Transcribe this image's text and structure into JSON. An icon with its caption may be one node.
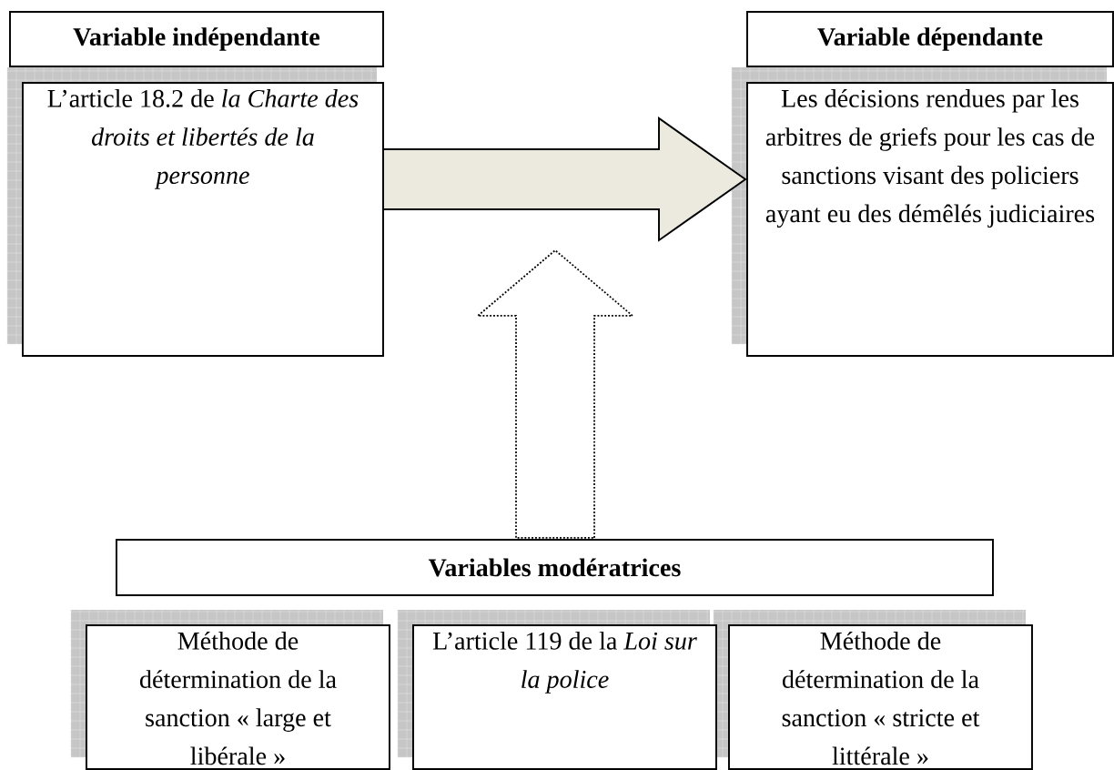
{
  "diagram": {
    "nodes": [
      {
        "text": [
          "Variable indépendante"
        ]
      },
      {
        "text": [
          "L’article 18.2 de *la Charte des droits et libertés de la personne*"
        ]
      },
      {
        "text": [
          "Variable dépendante"
        ]
      },
      {
        "text": [
          "Les décisions rendues par les arbitres de griefs pour les cas de sanctions visant des policiers ayant eu des démêlés judiciaires"
        ]
      },
      {
        "text": [
          "Variables modératrices"
        ]
      },
      {
        "text": [
          "Méthode de détermination de la sanction « large et libérale »"
        ]
      },
      {
        "text": [
          "L’article 119 de la *Loi sur la police*"
        ]
      },
      {
        "text": [
          "Méthode de détermination de la sanction « stricte et littérale »"
        ]
      }
    ],
    "edges": [
      {
        "from": 1,
        "to": 3,
        "arrow": "to",
        "color": "#eceadf"
      },
      {
        "from": 4,
        "to": null,
        "arrow": "to",
        "style": "dashed"
      }
    ]
  }
}
